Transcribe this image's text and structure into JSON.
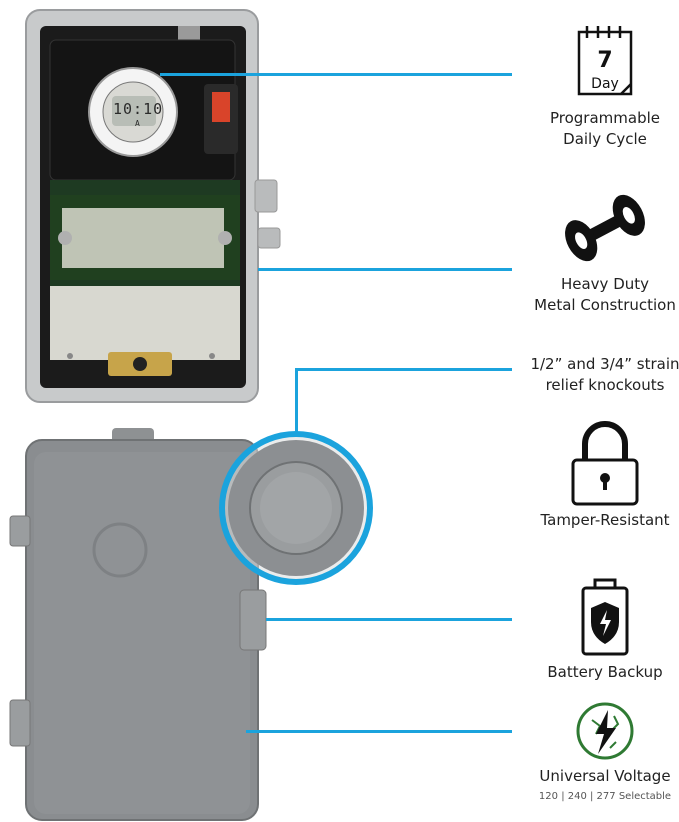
{
  "features": [
    {
      "icon": "calendar-7-day-icon",
      "calendar_number": "7",
      "calendar_word": "Day",
      "label_line1": "Programmable",
      "label_line2": "Daily Cycle"
    },
    {
      "icon": "dumbbell-icon",
      "label_line1": "Heavy Duty",
      "label_line2": "Metal Construction"
    },
    {
      "icon": "",
      "label_line1": "1/2” and 3/4” strain",
      "label_line2": "relief knockouts"
    },
    {
      "icon": "padlock-icon",
      "label_line1": "Tamper-Resistant"
    },
    {
      "icon": "battery-shield-icon",
      "label_line1": "Battery Backup"
    },
    {
      "icon": "lightning-globe-icon",
      "label_line1": "Universal Voltage",
      "sublabel": "120 | 240 | 277 Selectable"
    }
  ],
  "product": {
    "display_time": "10:10",
    "display_sub": "A"
  },
  "colors": {
    "accent": "#1ba3dd",
    "case_gray": "#8a8d90",
    "case_light": "#c9cbcc",
    "interior": "#1d1d1d"
  }
}
